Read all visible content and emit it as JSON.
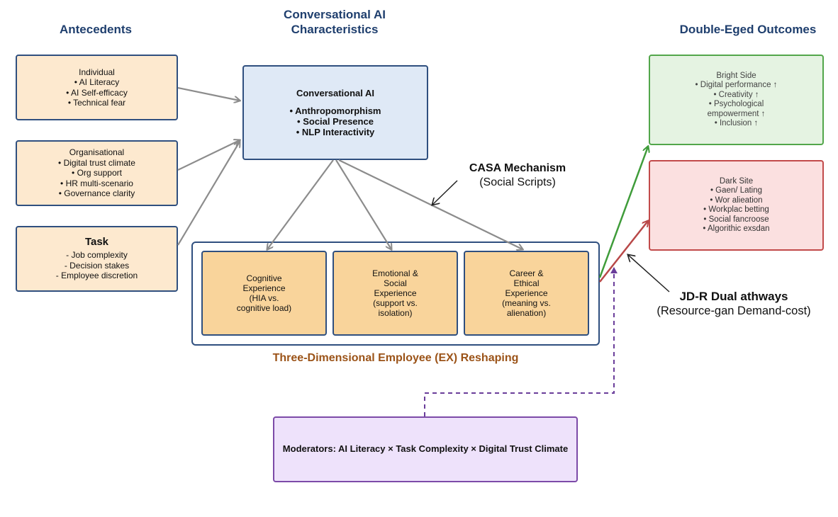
{
  "headings": {
    "antecedents": "Antecedents",
    "ai_characteristics_line1": "Conversational AI",
    "ai_characteristics_line2": "Characteristics",
    "outcomes": "Double-Eged Outcomes"
  },
  "antecedents": {
    "individual": [
      "Individual",
      "• AI Literacy",
      "• AI Self-efficacy",
      "• Technical fear"
    ],
    "organisational": [
      "Organisational",
      "• Digital trust climate",
      "• Org support",
      "• HR multi-scenario",
      "• Governance clarity"
    ],
    "task": {
      "title": "Task",
      "items": [
        "- Job complexity",
        "- Decision stakes",
        "- Employee discretion"
      ]
    }
  },
  "conversational_ai": {
    "title": "Conversational AI",
    "items": [
      "• Anthropomorphism",
      "• Social Presence",
      "• NLP Interactivity"
    ]
  },
  "casa": {
    "title": "CASA Mechanism",
    "subtitle": "(Social Scripts)"
  },
  "experiences": [
    [
      "Cognitive",
      "Experience",
      "(HIA vs.",
      "cognitive load)"
    ],
    [
      "Emotional &",
      "Social",
      "Experience",
      "(support vs.",
      "isolation)"
    ],
    [
      "Career &",
      "Ethical",
      "Experience",
      "(meaning vs.",
      "alienation)"
    ]
  ],
  "ex_label": "Three-Dimensional Employee (EX) Reshaping",
  "bright_side": [
    "Bright Side",
    "• Digital performance ↑",
    "• Creativity ↑",
    "• Psychological",
    "empowerment ↑",
    "• Inclusion ↑"
  ],
  "dark_side": [
    "Dark Site",
    "• Gaen/ Lating",
    "• Wor alieation",
    "• Workplac betting",
    "• Social fancroose",
    "• Algorithic exsdan"
  ],
  "jdr": {
    "title": "JD-R Dual athways",
    "subtitle": "(Resource-gan Demand-cost)"
  },
  "moderators": "Moderators: AI Literacy × Task Complexity × Digital Trust Climate",
  "colors": {
    "heading_blue": "#1f3f6e",
    "ex_label_brown": "#9b5318",
    "arrow_gray": "#8c8c8c",
    "bright_green": "#3f9c3a",
    "dark_red": "#b84848",
    "moderator_purple": "#6a3d9a"
  }
}
